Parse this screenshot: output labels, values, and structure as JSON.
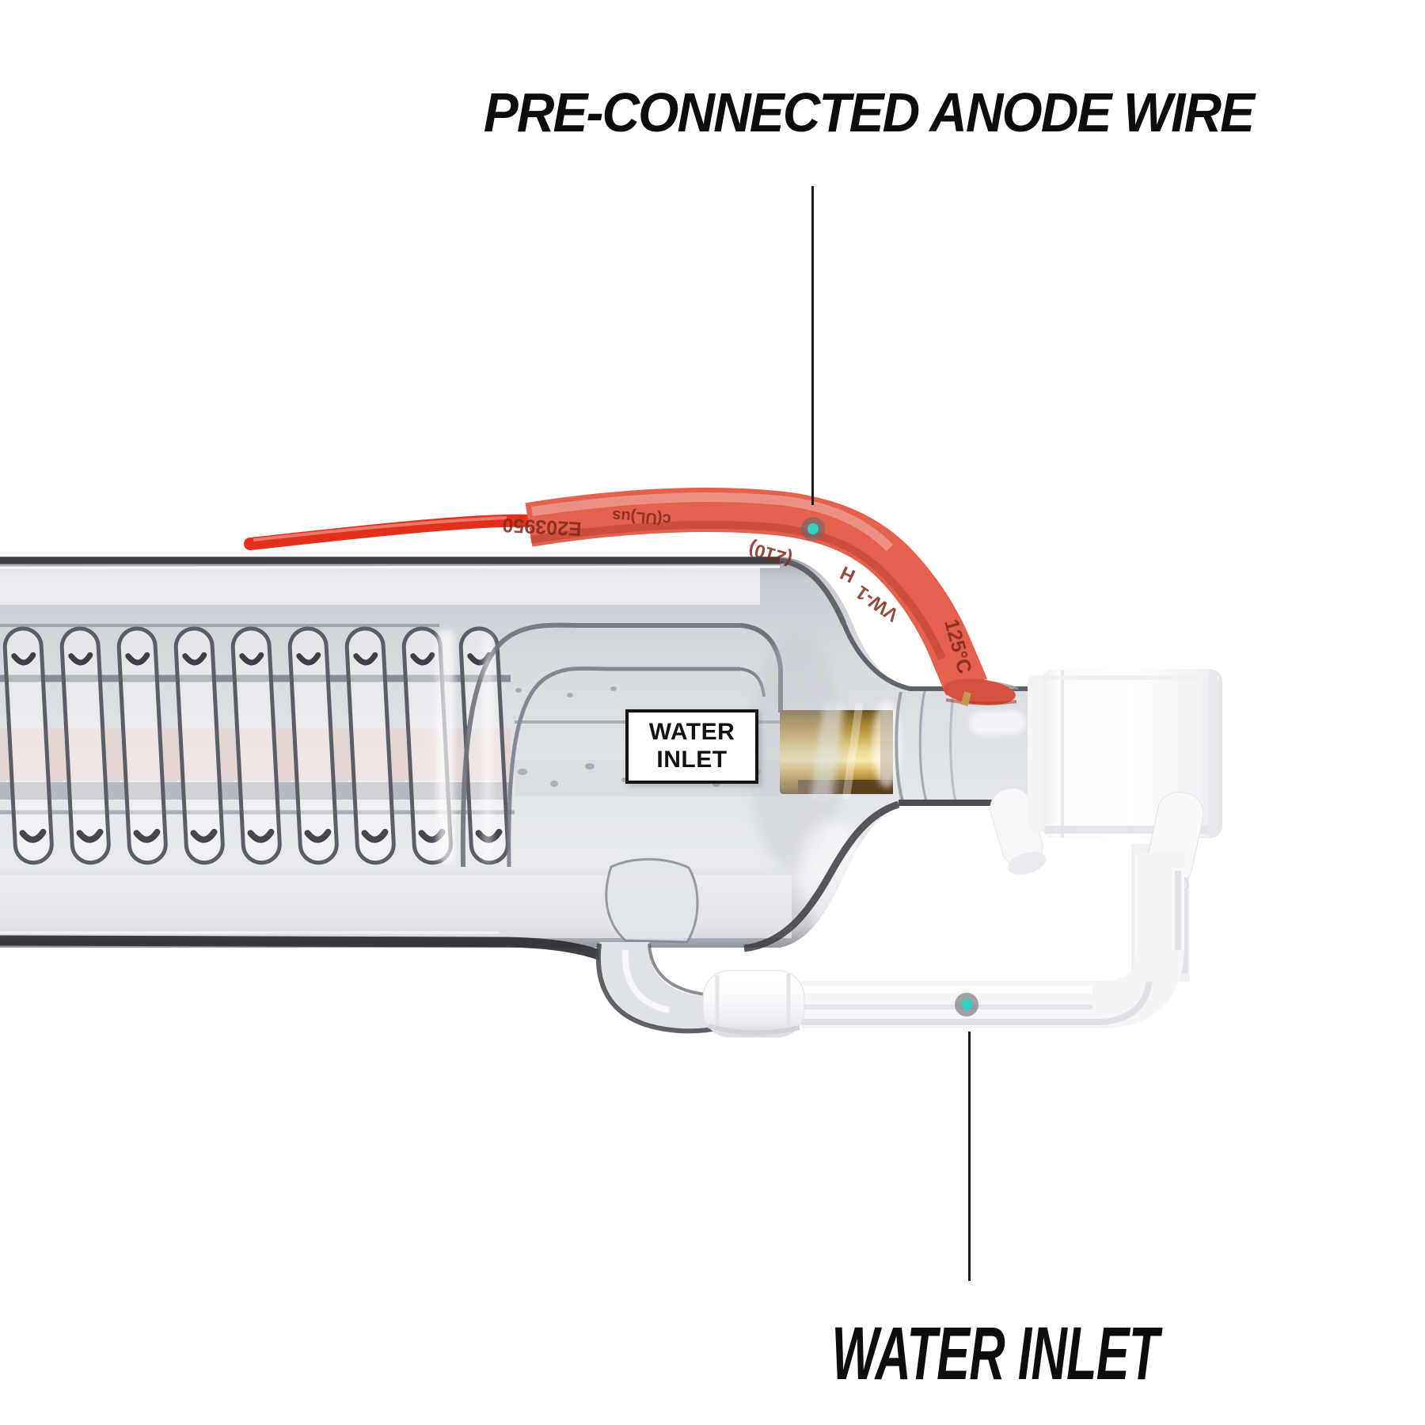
{
  "image_type": "annotated product photo of a CO2 laser tube",
  "annotations": {
    "anode": {
      "label": "PRE-CONNECTED ANODE WIRE"
    },
    "water_inlet": {
      "label": "WATER INLET"
    }
  },
  "tube_label": {
    "line1": "WATER",
    "line2": "INLET"
  },
  "wire_markings": {
    "cert_number": "E203950",
    "ul_mark": "c(UL)us",
    "gauge": "(210)",
    "h": "H",
    "flame_rating": "VW-1",
    "temp_rating": "125°C"
  },
  "colors": {
    "background": "#ffffff",
    "callout_dot_teal": "#2fd3c5",
    "callout_line": "#1f1f22",
    "anode_wire_red": "#e23a24",
    "sleeve_red": "#e4614e",
    "brass_electrode": "#d8b15c",
    "glass_gray": "#d9dce1",
    "end_cap_white": "#fbfbfd"
  }
}
